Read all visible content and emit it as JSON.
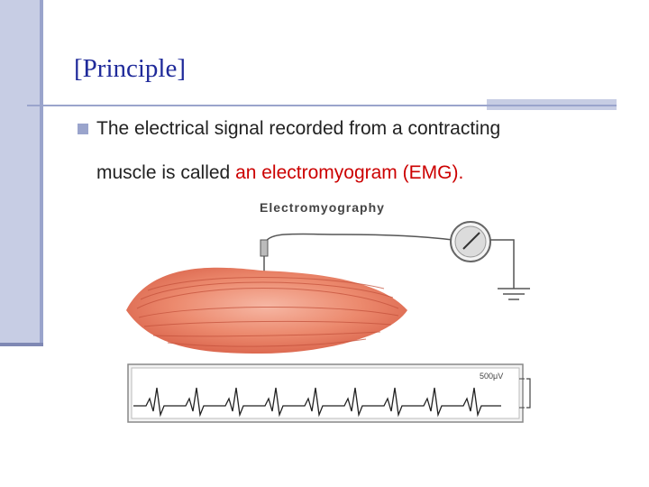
{
  "slide": {
    "title": "[Principle]",
    "bullet_line1": "The electrical signal recorded from a contracting",
    "bullet_line2_prefix": "muscle is called ",
    "bullet_line2_highlight": "an electromyogram (EMG).",
    "highlight_color": "#cc0000",
    "title_color": "#1f2a9a"
  },
  "figure": {
    "caption": "Electromyography",
    "scale_label": "500μV"
  }
}
